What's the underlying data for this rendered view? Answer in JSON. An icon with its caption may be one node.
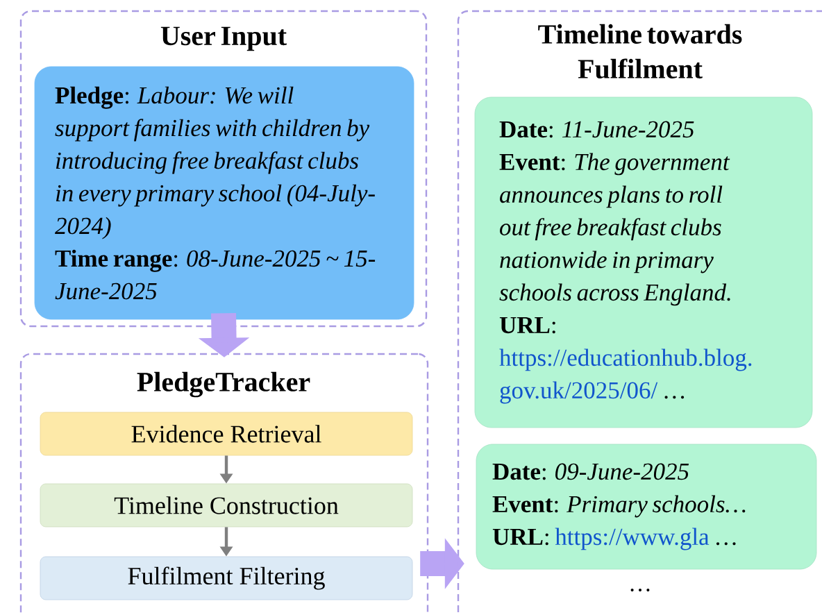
{
  "diagram": {
    "nodes": [
      {
        "text": [
          "User Input"
        ]
      },
      {
        "text": [
          "**Pledge**: *Labour: We will support families with children by introducing free breakfast clubs in every primary school (04-July-2024)*",
          "**Time range**: *08-June-2025 ~ 15-June-2025*"
        ],
        "in": 0
      },
      {
        "text": [
          "PledgeTracker"
        ]
      },
      {
        "text": [
          "Evidence Retrieval"
        ],
        "in": 2
      },
      {
        "text": [
          "Timeline Construction"
        ],
        "in": 2
      },
      {
        "text": [
          "Fulfilment Filtering"
        ],
        "in": 2
      },
      {
        "text": [
          "Timeline towards Fulfilment"
        ]
      },
      {
        "text": [
          "**Date**: *11-June-2025*",
          "**Event**: *The government announces plans to roll out free breakfast clubs nationwide in primary schools across England.*",
          "**URL**:",
          "https://educationhub.blog.gov.uk/2025/06/",
          "…"
        ],
        "in": 6
      },
      {
        "text": [
          "**Date**: *09-June-2025*",
          "**Event**: *Primary schools…*",
          "**URL**:",
          "https://www.gla",
          "…"
        ],
        "in": 6
      }
    ],
    "edges": [
      {
        "from": 0,
        "to": 2,
        "arrow": "to",
        "style": "thick",
        "color": "#b9a4f4"
      },
      {
        "from": 3,
        "to": 4,
        "arrow": "to",
        "color": "#7f7f7f"
      },
      {
        "from": 4,
        "to": 5,
        "arrow": "to",
        "color": "#7f7f7f"
      },
      {
        "from": 2,
        "to": 6,
        "arrow": "to",
        "style": "thick",
        "color": "#b9a4f4"
      }
    ],
    "labels": [
      "…"
    ]
  }
}
